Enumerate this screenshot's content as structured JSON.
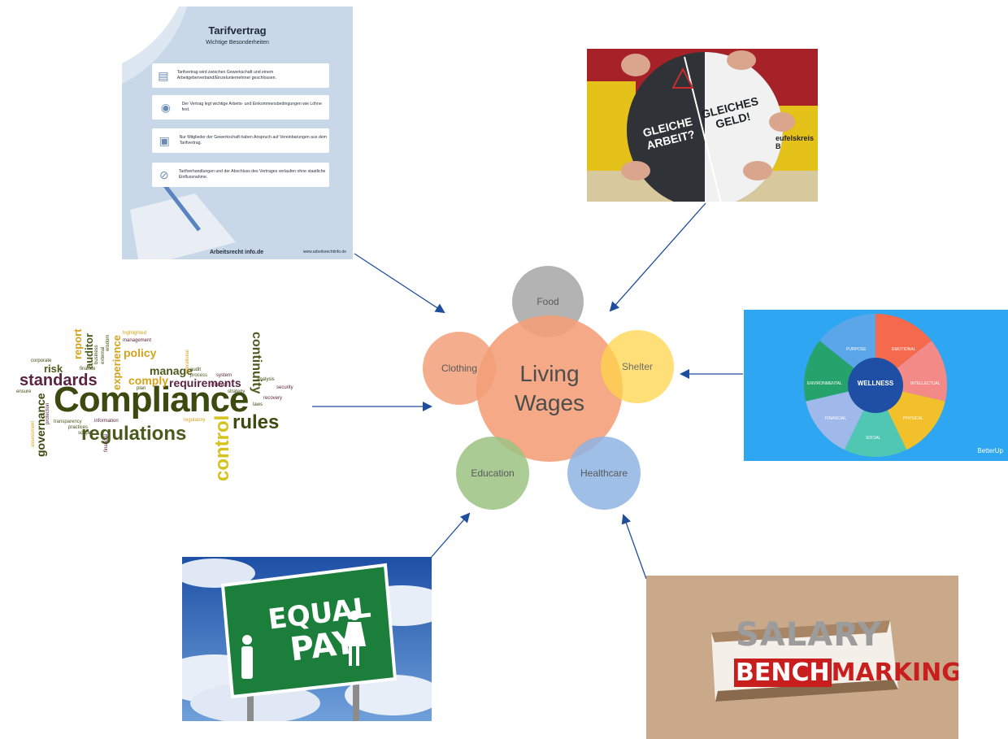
{
  "center": {
    "label_line1": "Living",
    "label_line2": "Wages"
  },
  "satellites": {
    "food": "Food",
    "shelter": "Shelter",
    "healthcare": "Healthcare",
    "education": "Education",
    "clothing": "Clothing"
  },
  "colors": {
    "center": "#f4a07a",
    "food": "#a6a6a6",
    "shelter": "#ffd54a",
    "healthcare": "#8fb4e3",
    "education": "#9dc383",
    "clothing": "#f4a07a",
    "arrow": "#1f4e9c"
  },
  "tarifvertrag": {
    "title": "Tarifvertrag",
    "subtitle": "Wichtige Besonderheiten",
    "items": [
      "Tarifvertrag wird zwischen Gewerkschaft und einem Arbeitgeberverband/Einzelunternehmer geschlossen.",
      "Der Vertrag legt wichtige Arbeits- und Einkommensbedingungen wie Löhne fest.",
      "Nur Mitglieder der Gewerkschaft haben Anspruch auf Vereinbarungen aus dem Tarifvertrag.",
      "Tarifverhandlungen und der Abschluss des Vertrages verlaufen ohne staatliche Einflussnahme."
    ],
    "brand": "Arbeitsrecht info.de",
    "url": "www.arbeitsrechtinfo.de"
  },
  "gleiche": {
    "left_text_1": "GLEICHE",
    "left_text_2": "ARBEIT?",
    "right_text_1": "GLEICHES",
    "right_text_2": "GELD!",
    "banner": "eufelskreis B"
  },
  "wellness": {
    "center": "WELLNESS",
    "segments": [
      "PURPOSE",
      "EMOTIONAL",
      "INTELLECTUAL",
      "PHYSICAL",
      "SOCIAL",
      "FINANCIAL",
      "ENVIRONMENTAL"
    ],
    "brand": "BetterUp"
  },
  "compliance": {
    "words": {
      "main": "Compliance",
      "regulations": "regulations",
      "standards": "standards",
      "rules": "rules",
      "control": "control",
      "continuity": "continuity",
      "requirements": "requirements",
      "policy": "policy",
      "manage": "manage",
      "comply": "comply",
      "risk": "risk",
      "report": "report",
      "auditor": "auditor",
      "experience": "experience",
      "governance": "governance",
      "management": "management",
      "highlighted": "highlighted",
      "audit": "audit",
      "process": "process",
      "system": "system",
      "analysis": "analysis",
      "security": "security",
      "recovery": "recovery",
      "laws": "laws",
      "strategy": "strategy",
      "internal": "internal",
      "information": "information",
      "transparency": "transparency",
      "practices": "practices",
      "scope": "scope",
      "finance": "finance",
      "plan": "plan",
      "ensure": "ensure",
      "corporate": "corporate",
      "protection": "protection",
      "business": "business",
      "external": "external",
      "wisdom": "wisdom",
      "financial": "financial",
      "regulatory": "regulatory",
      "assessment": "assessment",
      "operational": "operational"
    }
  },
  "equal_pay": {
    "line1": "EQUAL",
    "line2": "PAY"
  },
  "salary": {
    "line1": "SALARY",
    "bench": "BENCH",
    "marking": "MARKING"
  }
}
